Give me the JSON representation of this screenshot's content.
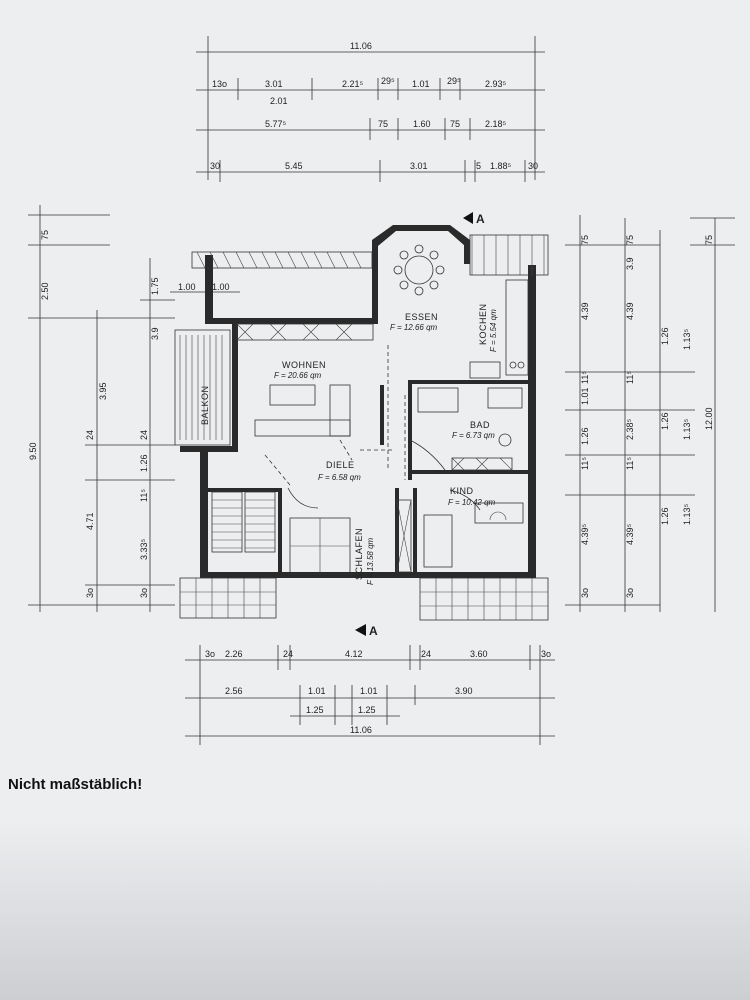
{
  "note": "Nicht maßstäblich!",
  "section_marker": "A",
  "rooms": {
    "essen": {
      "name": "ESSEN",
      "area": "F = 12.66 qm"
    },
    "kochen": {
      "name": "KOCHEN",
      "area": "F = 5.54 qm"
    },
    "wohnen": {
      "name": "WOHNEN",
      "area": "F = 20.66 qm"
    },
    "balkon": {
      "name": "BALKON"
    },
    "bad": {
      "name": "BAD",
      "area": "F = 6.73 qm"
    },
    "diele": {
      "name": "DIELE",
      "area": "F = 6.58 qm"
    },
    "kind": {
      "name": "KIND",
      "area": "F = 10.42 qm"
    },
    "schlafen": {
      "name": "SCHLAFEN",
      "area": "F = 13.58 qm"
    }
  },
  "dims": {
    "top_total": "11.06",
    "top_row1": [
      "13o",
      "3.01",
      "2.21⁵",
      "29⁵",
      "1.01",
      "29⁵",
      "2.93⁵"
    ],
    "top_row1b": "2.01",
    "top_row2": [
      "5.77⁵",
      "75",
      "1.60",
      "75",
      "2.18⁵"
    ],
    "top_row3": [
      "30",
      "5.45",
      "3.01",
      "5",
      "1.88⁵",
      "30"
    ],
    "left_outer": [
      "75",
      "2.50",
      "9.50"
    ],
    "left_inner": [
      "1.75",
      "3.9",
      "3.95",
      "24",
      "24",
      "1.26",
      "11⁵",
      "4.71",
      "3.33⁵",
      "3o",
      "3o"
    ],
    "balkon_small": [
      "1.00",
      "1.00"
    ],
    "right_a": [
      "75",
      "4.39",
      "11⁵",
      "1.01",
      "1.26",
      "11⁵",
      "4.39⁵",
      "3o"
    ],
    "right_b": [
      "75",
      "3.9",
      "4.39",
      "11⁵",
      "2.38⁵",
      "11⁵",
      "4.39⁵",
      "3o"
    ],
    "right_c": [
      "1.26",
      "1.13⁵",
      "1.26",
      "1.13⁵",
      "1.26",
      "1.13⁵"
    ],
    "right_total": [
      "75",
      "12.00"
    ],
    "bottom_row1": [
      "3o",
      "2.26",
      "24",
      "4.12",
      "24",
      "3.60",
      "3o"
    ],
    "bottom_row2": [
      "2.56",
      "1.01",
      "1.01",
      "3.90"
    ],
    "bottom_row3": [
      "1.25",
      "1.25"
    ],
    "bottom_total": "11.06"
  }
}
